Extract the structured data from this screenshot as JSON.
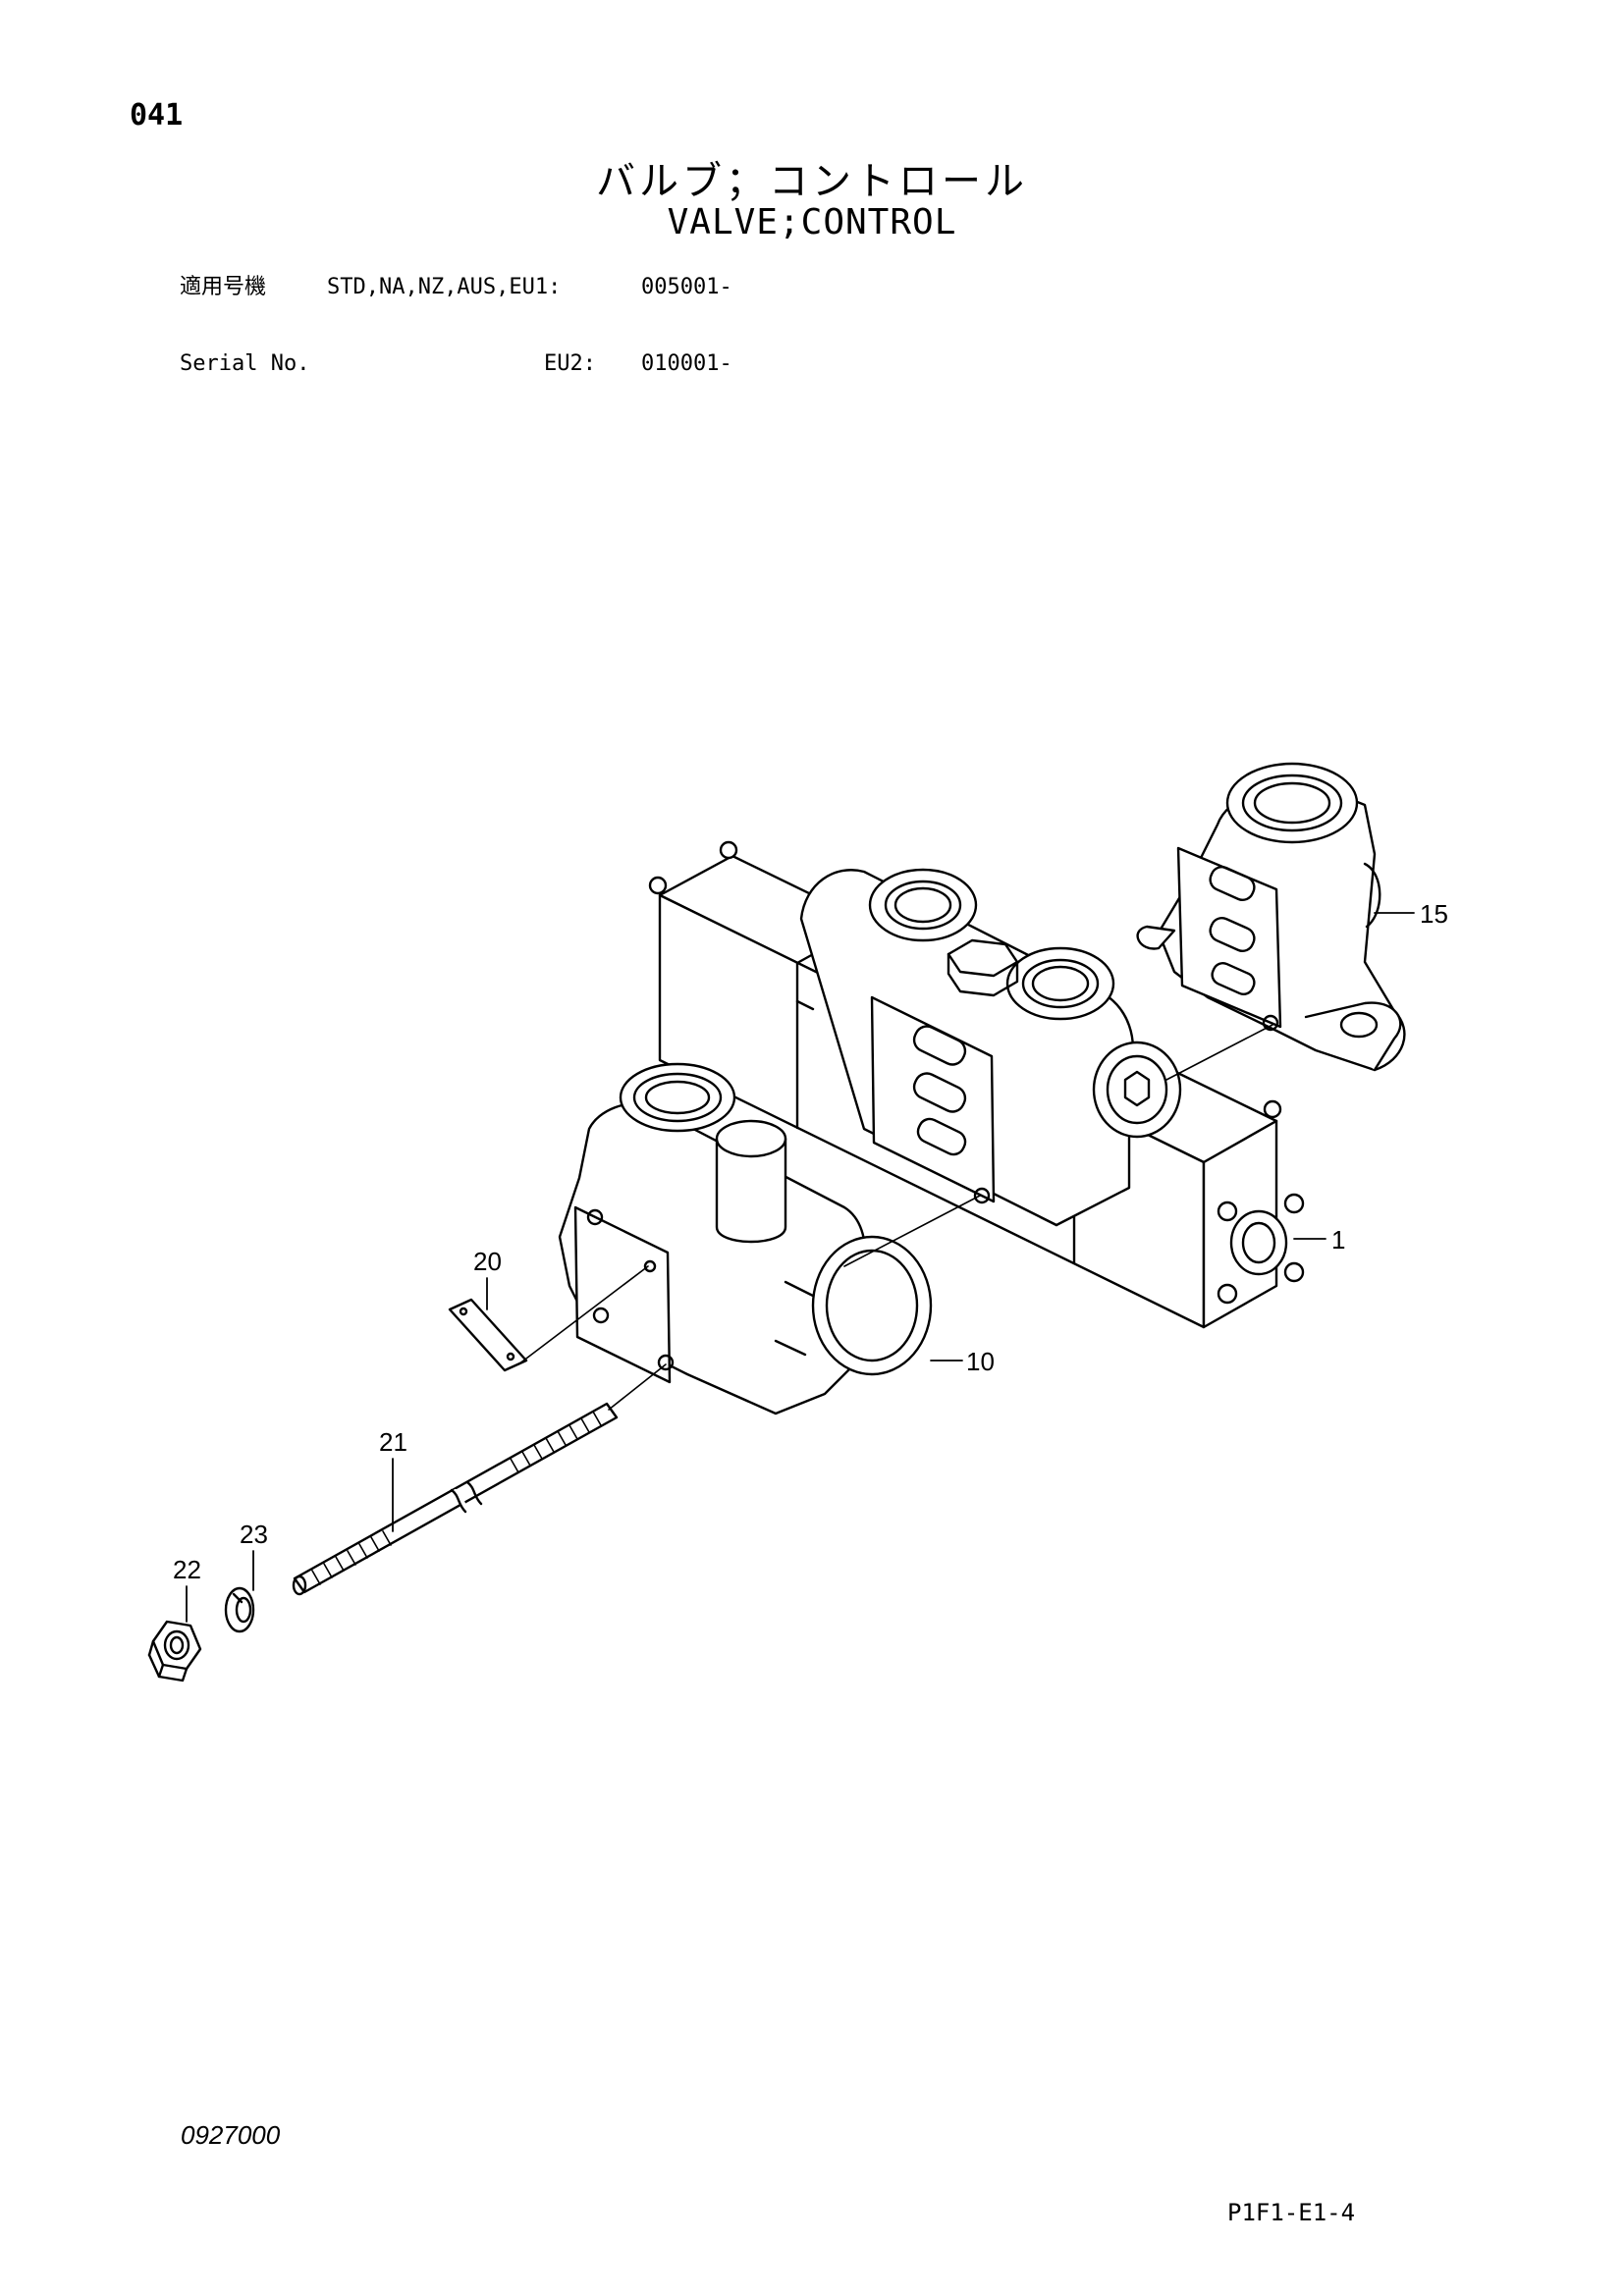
{
  "header": {
    "page_number": "041",
    "title_jp": "バルブ；コントロール",
    "title_en": "VALVE;CONTROL"
  },
  "serial": {
    "rows": [
      {
        "label": "適用号機",
        "models": "STD,NA,NZ,AUS,EU1:",
        "number": "005001-"
      },
      {
        "label": "Serial No.",
        "models": "EU2:",
        "number": "010001-"
      }
    ]
  },
  "callouts": {
    "p1": "1",
    "p10": "10",
    "p15": "15",
    "p20": "20",
    "p21": "21",
    "p22": "22",
    "p23": "23"
  },
  "footer": {
    "drawing_number": "0927000",
    "page_code": "P1F1-E1-4"
  }
}
